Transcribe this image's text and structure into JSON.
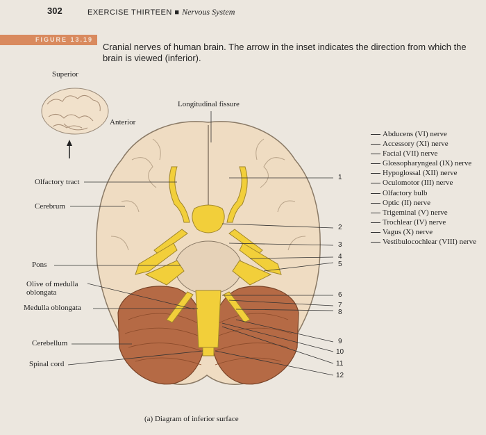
{
  "header": {
    "page_number": "302",
    "exercise": "EXERCISE THIRTEEN",
    "separator": "■",
    "subject": "Nervous System"
  },
  "figure": {
    "tag": "FIGURE 13.19",
    "caption": "Cranial nerves of human brain. The arrow in the inset indicates the direction from which the brain is viewed (inferior)."
  },
  "inset": {
    "superior_label": "Superior",
    "anterior_label": "Anterior"
  },
  "labels": {
    "longitudinal_fissure": "Longitudinal fissure",
    "olfactory_tract": "Olfactory tract",
    "cerebrum": "Cerebrum",
    "pons": "Pons",
    "olive_of_medulla": "Olive of medulla",
    "oblongata": "oblongata",
    "medulla_oblongata": "Medulla oblongata",
    "cerebellum": "Cerebellum",
    "spinal_cord": "Spinal cord"
  },
  "numbers": [
    "1",
    "2",
    "3",
    "4",
    "5",
    "6",
    "7",
    "8",
    "9",
    "10",
    "11",
    "12"
  ],
  "nerve_list": [
    "Abducens (VI) nerve",
    "Accessory (XI) nerve",
    "Facial (VII) nerve",
    "Glossopharyngeal (IX) nerve",
    "Hypoglossal (XII) nerve",
    "Oculomotor (III) nerve",
    "Olfactory bulb",
    "Optic (II) nerve",
    "Trigeminal (V) nerve",
    "Trochlear (IV) nerve",
    "Vagus (X) nerve",
    "Vestibulocochlear (VIII) nerve"
  ],
  "subcaption": "(a) Diagram of inferior surface",
  "colors": {
    "page": "#ece7df",
    "brain": "#efdcc2",
    "cerebellum": "#b56a45",
    "nerve": "#f2cf3a",
    "tag": "#d98a5e"
  }
}
